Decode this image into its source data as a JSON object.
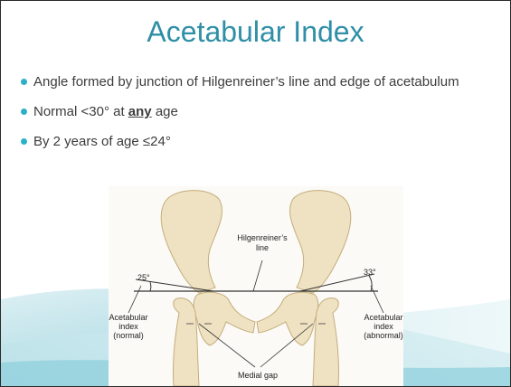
{
  "slide": {
    "title": "Acetabular Index",
    "bullets": [
      {
        "text": "Angle formed by junction of Hilgenreiner’s line and edge of acetabulum"
      },
      {
        "prefix": "Normal <30° at ",
        "emphasis": "any",
        "suffix": " age"
      },
      {
        "text": "By 2 years of age ≤24°"
      }
    ]
  },
  "figure": {
    "hilgenreiner_label_1": "Hilgenreiner’s",
    "hilgenreiner_label_2": "line",
    "angle_left": "25°",
    "angle_right": "33°",
    "left_index_1": "Acetabular",
    "left_index_2": "index",
    "left_index_3": "(normal)",
    "right_index_1": "Acetabular",
    "right_index_2": "index",
    "right_index_3": "(abnormal)",
    "medial_gap": "Medial gap"
  },
  "colors": {
    "title": "#2e8fa6",
    "bullet_dot": "#2bb0c8",
    "text": "#3c3c3c",
    "bone": "#efe2c2",
    "bone_edge": "#c4ad7a",
    "bg_swoosh": "#9fd4de"
  }
}
